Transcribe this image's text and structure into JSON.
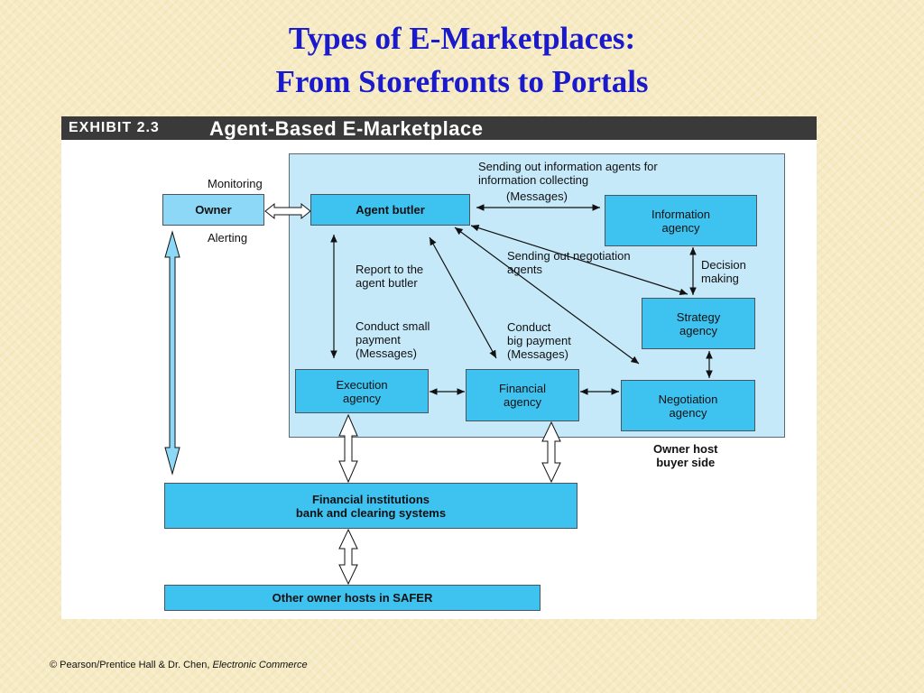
{
  "slide": {
    "title_line1": "Types of E-Marketplaces:",
    "title_line2": "From Storefronts to Portals"
  },
  "exhibit": {
    "number": "EXHIBIT 2.3",
    "title": "Agent-Based E-Marketplace"
  },
  "nodes": {
    "owner": "Owner",
    "agent_butler": "Agent butler",
    "information_agency": [
      "Information",
      "agency"
    ],
    "strategy_agency": [
      "Strategy",
      "agency"
    ],
    "execution_agency": [
      "Execution",
      "agency"
    ],
    "financial_agency": [
      "Financial",
      "agency"
    ],
    "negotiation_agency": [
      "Negotiation",
      "agency"
    ],
    "financial_institutions": [
      "Financial institutions",
      "bank and clearing systems"
    ],
    "other_owner_hosts": "Other owner hosts in SAFER"
  },
  "labels": {
    "monitoring": "Monitoring",
    "alerting": "Alerting",
    "sending_info_agents": [
      "Sending out information agents for",
      "information collecting"
    ],
    "messages_top": "(Messages)",
    "sending_negotiation_agents": [
      "Sending out negotiation",
      "agents"
    ],
    "decision_making": [
      "Decision",
      "making"
    ],
    "report_to_butler": [
      "Report to the",
      "agent butler"
    ],
    "conduct_small_payment": [
      "Conduct small",
      "payment",
      "(Messages)"
    ],
    "conduct_big_payment": [
      "Conduct",
      "big payment",
      "(Messages)"
    ],
    "owner_host": [
      "Owner host",
      "buyer side"
    ]
  },
  "footer": {
    "copyright": "© Pearson/Prentice Hall & ",
    "author": "Dr. Chen, ",
    "book": "Electronic Commerce"
  },
  "colors": {
    "title": "#1a1acc",
    "box_fill": "#3ec2f0",
    "owner_fill": "#8dd8f6",
    "host_area_fill": "#c6e9fa",
    "exhibit_bar": "#3a3a3a",
    "background": "#f7ebc4"
  }
}
